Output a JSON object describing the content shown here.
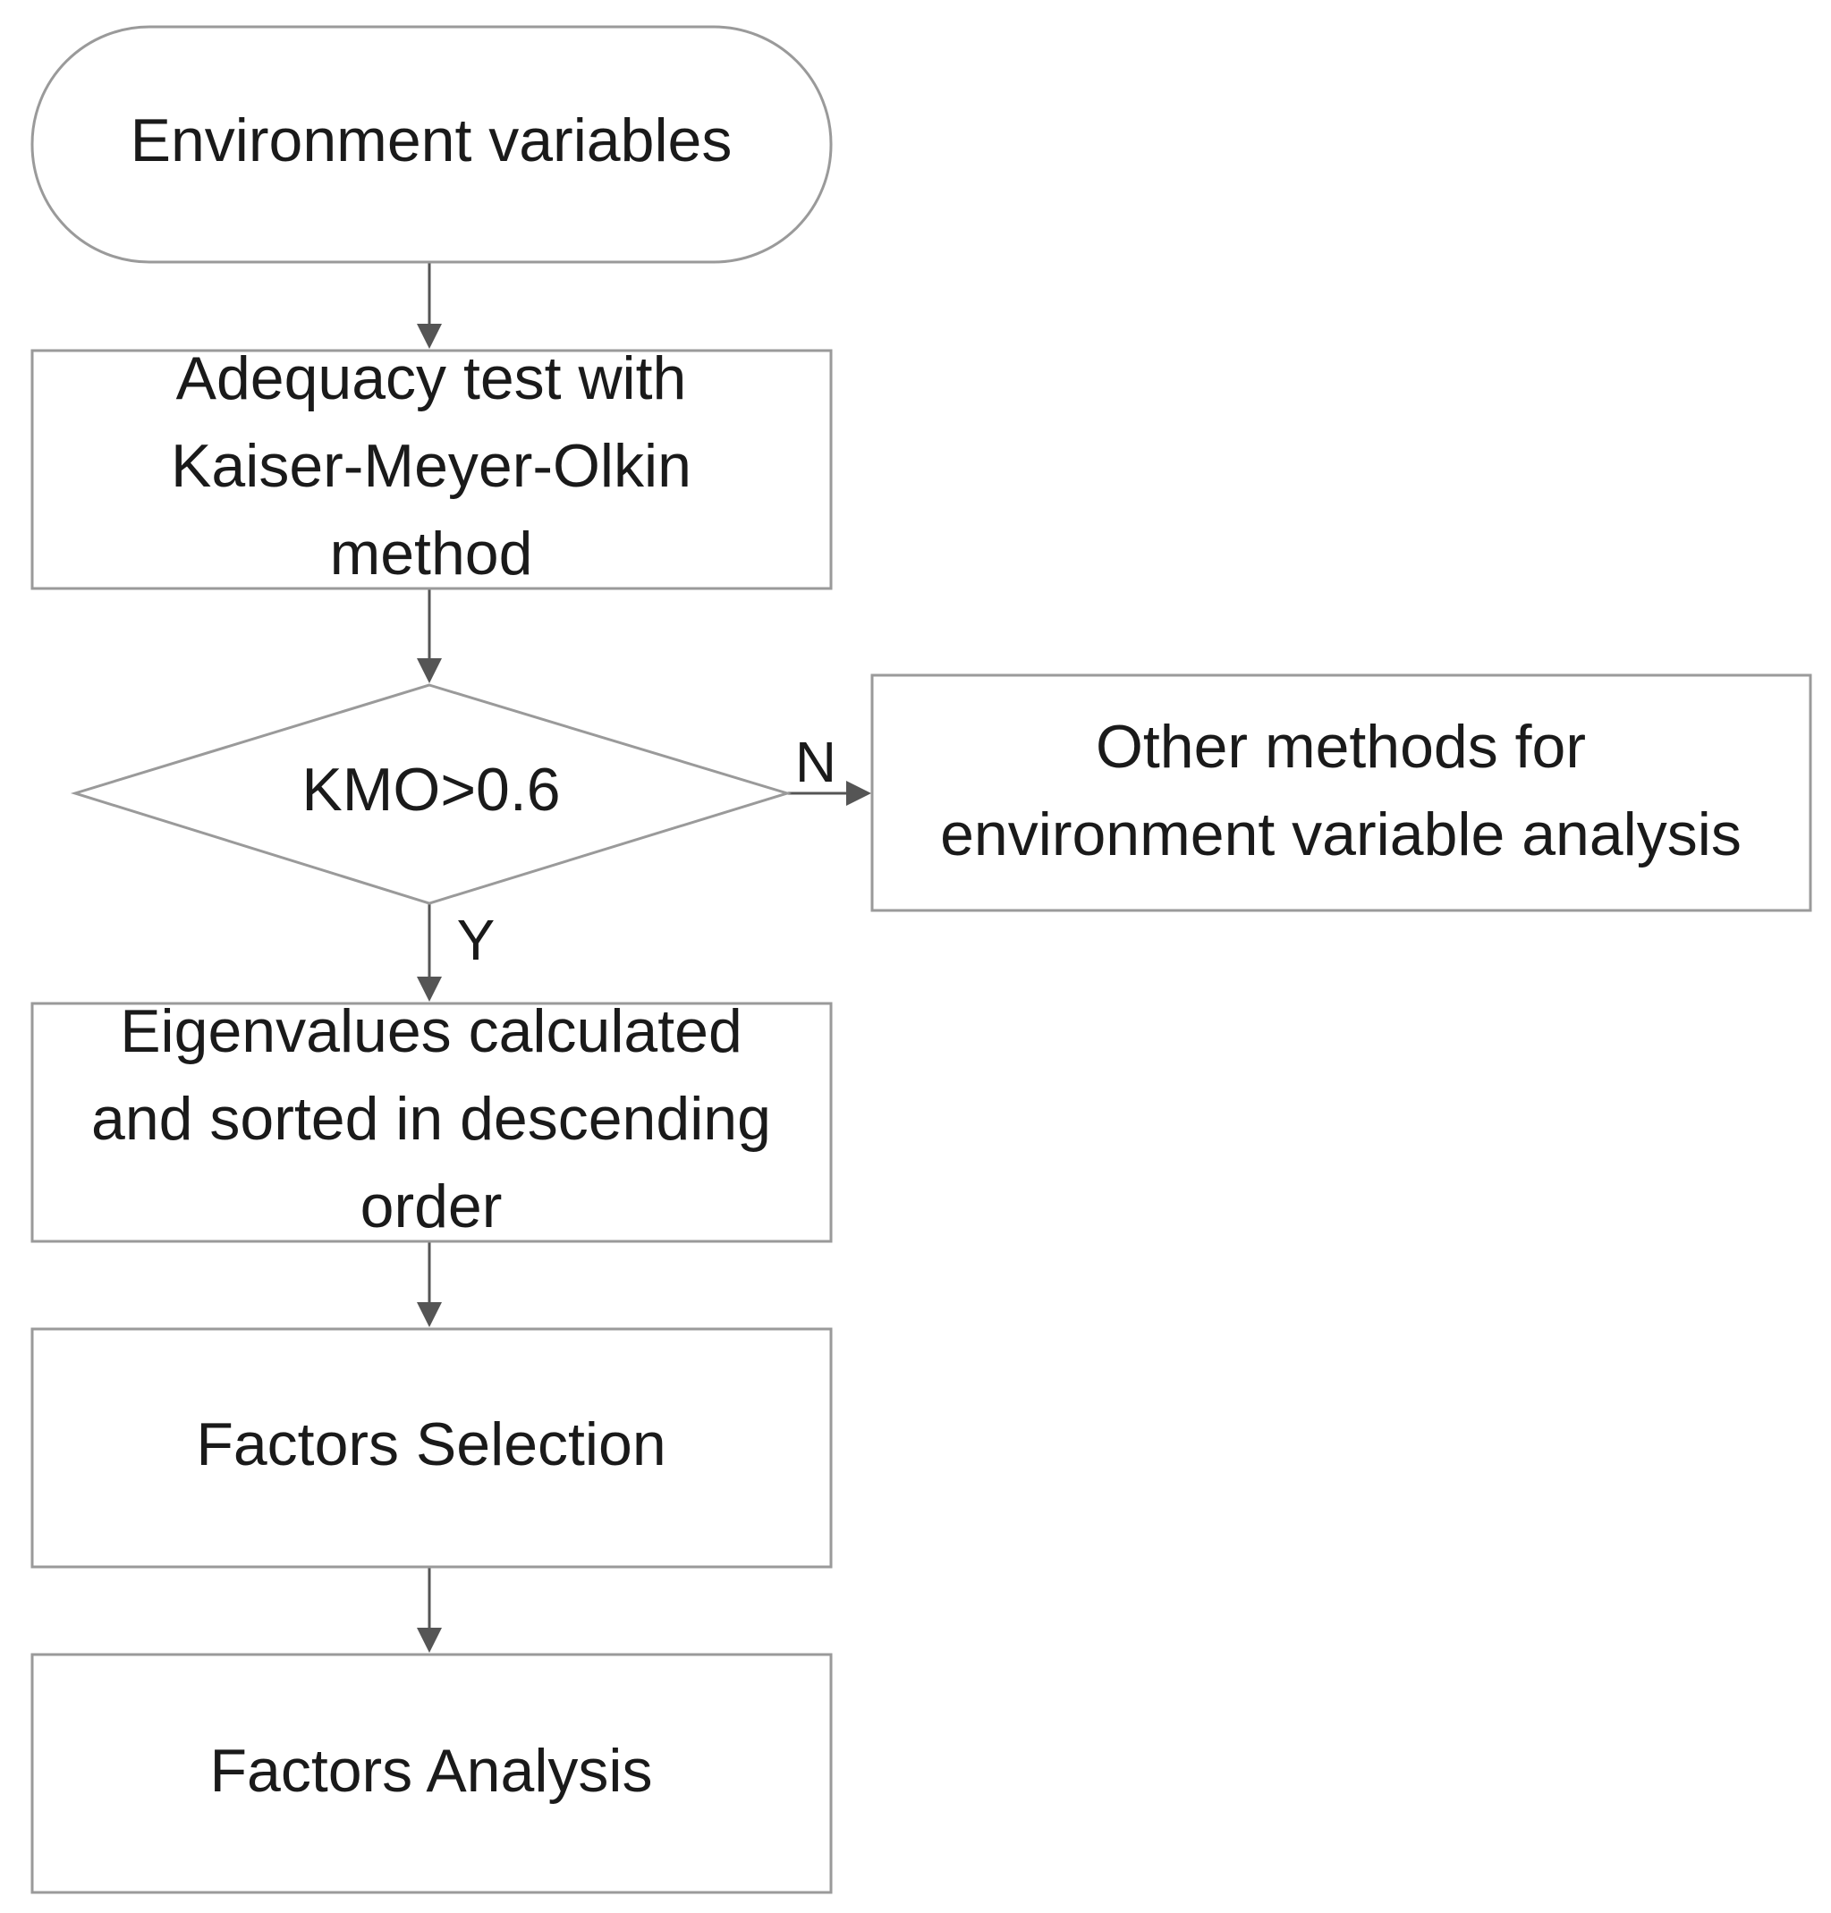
{
  "nodes": {
    "start": {
      "lines": [
        "Environment variables"
      ]
    },
    "kmo_test": {
      "lines": [
        "Adequacy test with",
        "Kaiser-Meyer-Olkin",
        "method"
      ]
    },
    "decision": {
      "lines": [
        "KMO>0.6"
      ]
    },
    "other_methods": {
      "lines": [
        "Other methods for",
        "environment variable analysis"
      ]
    },
    "eigenvalues": {
      "lines": [
        "Eigenvalues  calculated",
        "and sorted in descending",
        "order"
      ]
    },
    "factors_selection": {
      "lines": [
        "Factors Selection"
      ]
    },
    "factors_analysis": {
      "lines": [
        "Factors Analysis"
      ]
    }
  },
  "edges": {
    "no_label": "N",
    "yes_label": "Y"
  }
}
